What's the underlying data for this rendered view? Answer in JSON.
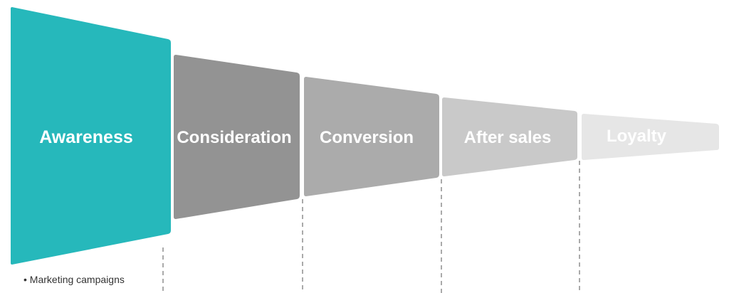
{
  "funnel": {
    "stages": [
      {
        "label": "Awareness",
        "color": "#26b8bb",
        "highlighted": true
      },
      {
        "label": "Consideration",
        "color": "#939393",
        "highlighted": false
      },
      {
        "label": "Conversion",
        "color": "#ababab",
        "highlighted": false
      },
      {
        "label": "After sales",
        "color": "#c9c9c9",
        "highlighted": false
      },
      {
        "label": "Loyalty",
        "color": "#e6e6e6",
        "highlighted": false
      }
    ],
    "notes": [
      {
        "stage": "Awareness",
        "text": "• Marketing campaigns"
      }
    ],
    "divider_color": "#555555"
  }
}
